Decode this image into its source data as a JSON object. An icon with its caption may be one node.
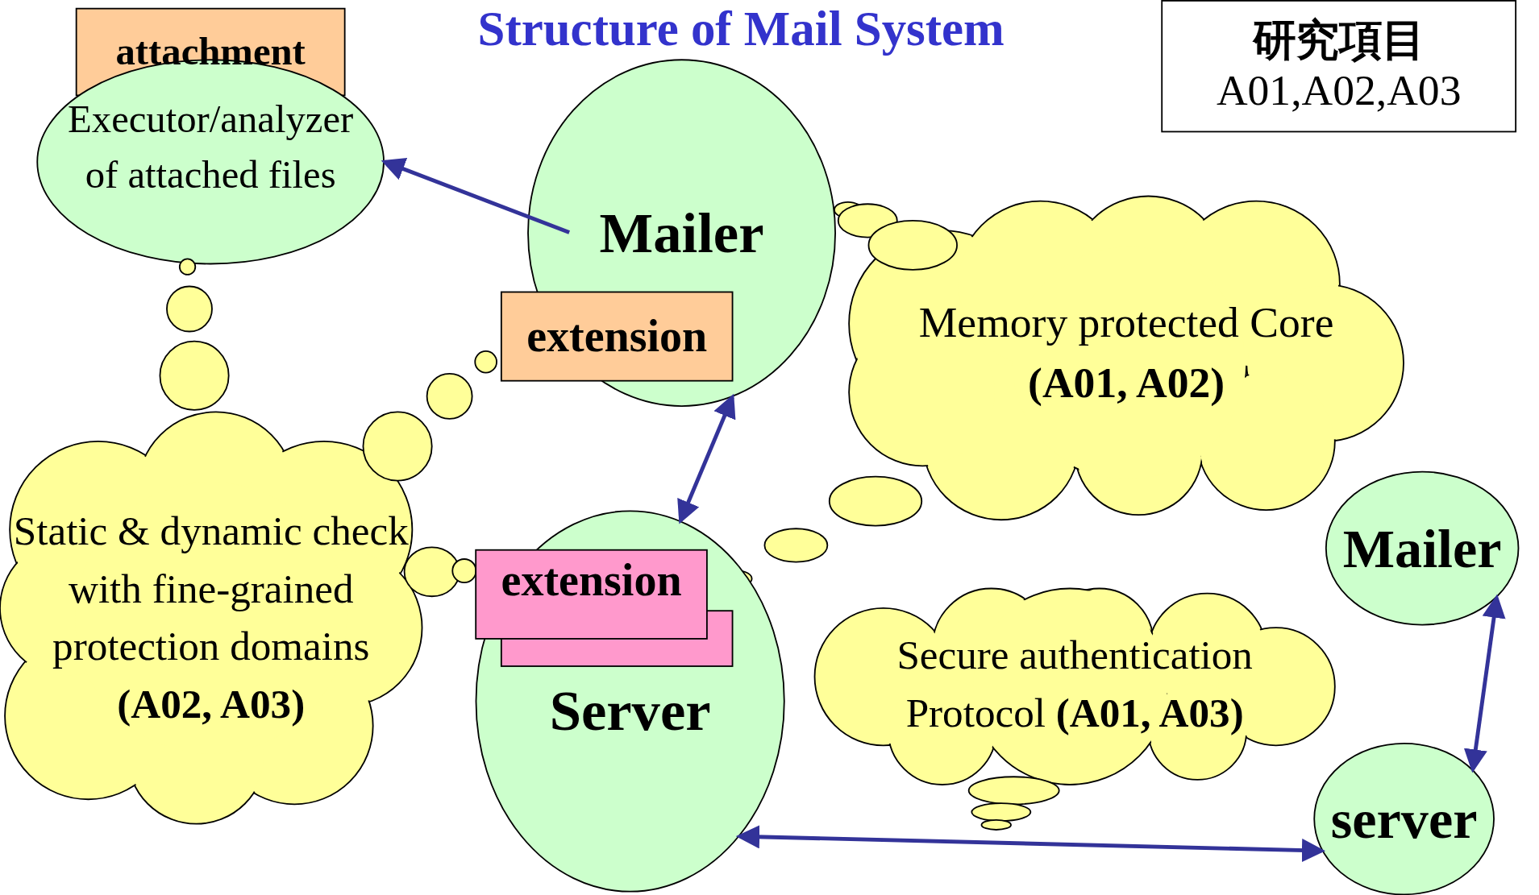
{
  "diagram": {
    "title": "Structure of Mail System",
    "nodes": [
      {
        "text": [
          "attachment"
        ]
      },
      {
        "text": [
          "Executor/analyzer of attached files"
        ]
      },
      {
        "text": [
          "Mailer"
        ]
      },
      {
        "text": [
          "extension"
        ]
      },
      {
        "text": [
          "Memory protected Core",
          "(A01, A02)"
        ]
      },
      {
        "text": [
          "研究項目",
          "A01,A02,A03"
        ]
      },
      {
        "text": [
          "Static & dynamic check with fine-grained protection domains",
          "(A02, A03)"
        ]
      },
      {
        "text": [
          "Server"
        ]
      },
      {
        "text": [],
        "shape": "box",
        "in": 7
      },
      {
        "text": [
          "extension"
        ],
        "in": 7
      },
      {
        "text": [
          "Secure authentication Protocol **(A01, A03)**"
        ]
      },
      {
        "text": [
          "Mailer"
        ]
      },
      {
        "text": [
          "server"
        ]
      }
    ],
    "edges": [
      {
        "from": 2,
        "to": 1,
        "arrow": "to"
      },
      {
        "from": 2,
        "to": 7,
        "arrow": "both"
      },
      {
        "from": 7,
        "to": 12,
        "arrow": "both"
      },
      {
        "from": 11,
        "to": 12,
        "arrow": "both"
      }
    ]
  }
}
